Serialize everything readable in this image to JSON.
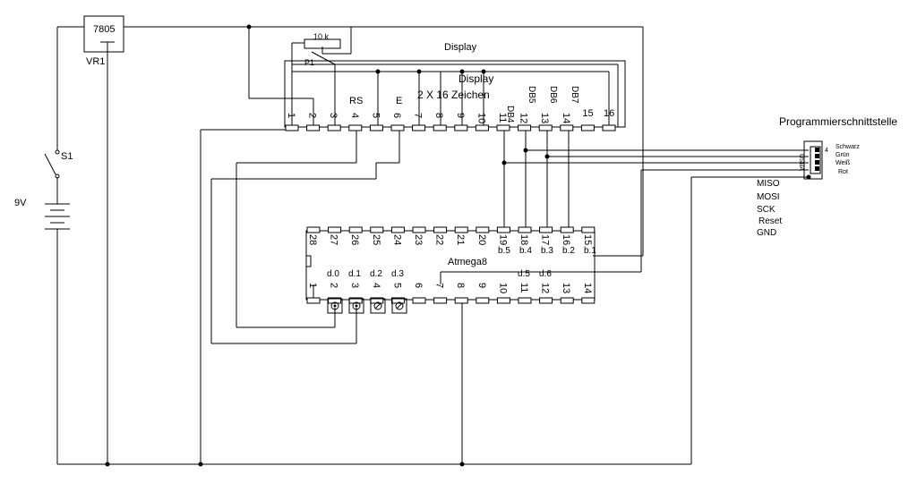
{
  "regulator": {
    "label": "7805",
    "ref": "VR1"
  },
  "switch": {
    "ref": "S1"
  },
  "battery": {
    "label": "9V"
  },
  "potentiometer": {
    "value": "10 k",
    "ref": "P1"
  },
  "display": {
    "title": "Display",
    "inner_title": "Display",
    "subtitle": "2 X 16 Zeichen",
    "label_rs": "RS",
    "label_e": "E",
    "label_db4": "DB4",
    "label_db5": "DB5",
    "label_db6": "DB6",
    "label_db7": "DB7",
    "pins": [
      "1",
      "2",
      "3",
      "4",
      "5",
      "6",
      "7",
      "8",
      "9",
      "10",
      "11",
      "12",
      "13",
      "14",
      "15",
      "16"
    ]
  },
  "mcu": {
    "name": "Atmega8",
    "top_pins": [
      "28",
      "27",
      "26",
      "25",
      "24",
      "23",
      "22",
      "21",
      "20",
      "19",
      "18",
      "17",
      "16",
      "15"
    ],
    "bottom_pins": [
      "1",
      "2",
      "3",
      "4",
      "5",
      "6",
      "7",
      "8",
      "9",
      "10",
      "11",
      "12",
      "13",
      "14"
    ],
    "top_signals": [
      "b.5",
      "b.4",
      "b.3",
      "b.2",
      "b.1"
    ],
    "bottom_signals": [
      "d.0",
      "d.1",
      "d.2",
      "d.3",
      "d.5",
      "d.6"
    ]
  },
  "programmer": {
    "title": "Programmierschnittstelle",
    "connector_label": "USBA",
    "connector_pin": "4",
    "wire_colors": [
      "Schwarz",
      "Grün",
      "Weiß",
      "Rot"
    ],
    "signals": [
      "MISO",
      "MOSI",
      "SCK",
      "Reset",
      "GND"
    ]
  }
}
